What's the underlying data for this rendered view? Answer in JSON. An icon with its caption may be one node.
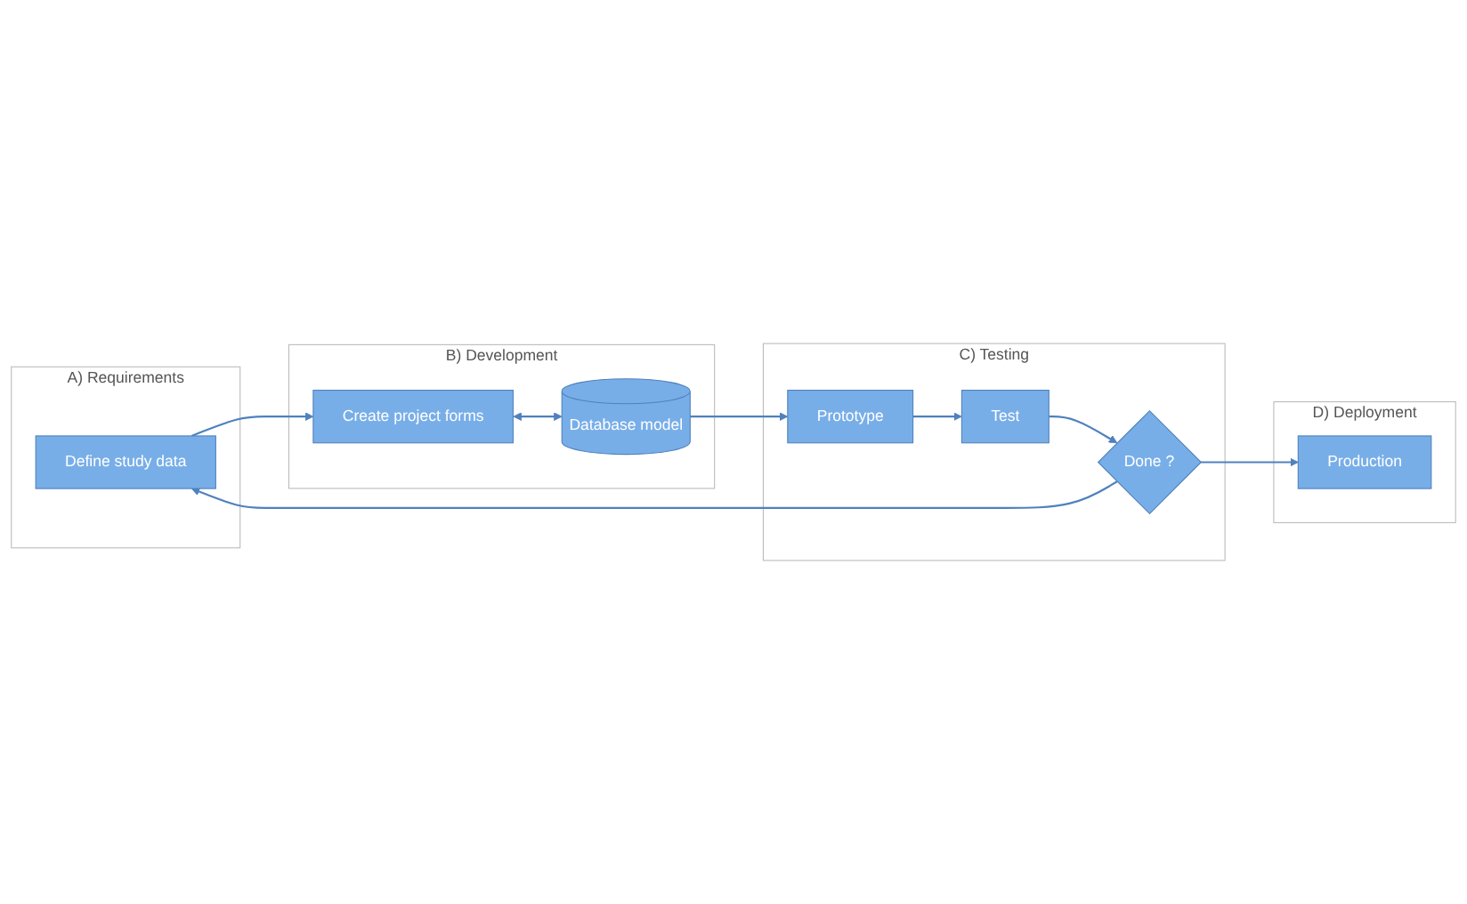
{
  "diagram": {
    "nodes": [
      {
        "text": [
          "A) Requirements"
        ]
      },
      {
        "text": [
          "Define study data"
        ],
        "in": 0
      },
      {
        "text": [
          "B) Development"
        ]
      },
      {
        "text": [
          "Create project forms"
        ],
        "in": 2
      },
      {
        "text": [
          "Database model"
        ],
        "in": 2
      },
      {
        "text": [
          "C) Testing"
        ]
      },
      {
        "text": [
          "Prototype"
        ],
        "in": 5
      },
      {
        "text": [
          "Test"
        ],
        "in": 5
      },
      {
        "text": [
          "Done ?"
        ],
        "in": 5
      },
      {
        "text": [
          "D) Deployment"
        ]
      },
      {
        "text": [
          "Production"
        ],
        "in": 9
      }
    ],
    "edges": [
      {
        "from": 1,
        "to": 3,
        "arrow": "to"
      },
      {
        "from": 3,
        "to": 4,
        "arrow": "both"
      },
      {
        "from": 4,
        "to": 6,
        "arrow": "to"
      },
      {
        "from": 6,
        "to": 7,
        "arrow": "to"
      },
      {
        "from": 7,
        "to": 8,
        "arrow": "to"
      },
      {
        "from": 8,
        "to": 1,
        "arrow": "to"
      },
      {
        "from": 8,
        "to": 10,
        "arrow": "to"
      }
    ]
  }
}
